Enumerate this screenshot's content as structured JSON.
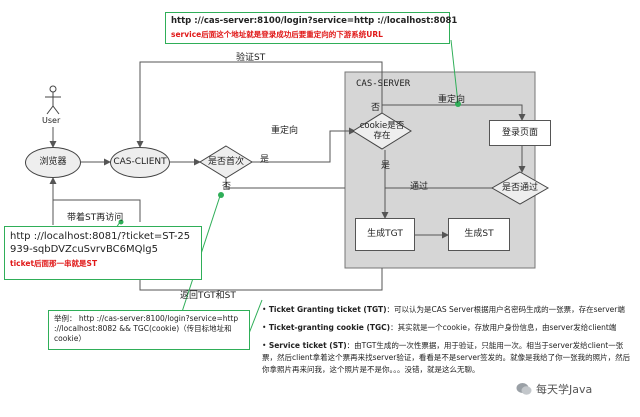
{
  "top_callout": {
    "url": "http ://cas-server:8100/login?service=http ://localhost:8081",
    "note": "service后面这个地址就是登录成功后要重定向的下游系统URL"
  },
  "cas_server": {
    "title": "CAS-SERVER"
  },
  "actors": {
    "user_label": "User"
  },
  "nodes": {
    "browser": "浏览器",
    "cas_client": "CAS-CLIENT",
    "first_visit": "是否首次",
    "cookie_exists": "cookie是否\n存在",
    "login_page": "登录页面",
    "pass_check": "是否通过",
    "gen_tgt": "生成TGT",
    "gen_st": "生成ST"
  },
  "edge_labels": {
    "verify_st": "验证ST",
    "redirect_outer": "重定向",
    "redirect_inner": "重定向",
    "yes_first": "是",
    "no_first": "否",
    "no_cookie": "否",
    "yes_cookie": "是",
    "pass": "通过",
    "carry_st": "带着ST再访问",
    "return_tgt_st": "返回TGT和ST"
  },
  "ticket_callout": {
    "url": "http ://localhost:8081/?ticket=ST-25939-sqbDVZcuSvrvBC6MQlg5",
    "note": "ticket后面那一串就是ST"
  },
  "example_callout": {
    "text": "举例： http ://cas-server:8100/login?service=http ://localhost:8082 && TGC(cookie)（传目标地址和cookie）"
  },
  "notes": [
    {
      "term": "Ticket Granting ticket (TGT)",
      "text": "：可以认为是CAS Server根据用户名密码生成的一张票，存在server端"
    },
    {
      "term": "Ticket-granting cookie (TGC)",
      "text": "：其实就是一个cookie，存放用户身份信息，由server发给client端"
    },
    {
      "term": "Service ticket (ST)",
      "text": "：由TGT生成的一次性票据，用于验证，只能用一次。相当于server发给client一张票，然后client拿着这个票再来找server验证，看看是不是server签发的。就像是我给了你一张我的照片，然后你拿照片再来问我，这个照片是不是你。。。没错，就是这么无聊。"
    }
  ],
  "watermark": "每天学Java",
  "colors": {
    "green": "#2fae58",
    "red": "#e01818",
    "cas_bg": "#d6d6d6"
  }
}
